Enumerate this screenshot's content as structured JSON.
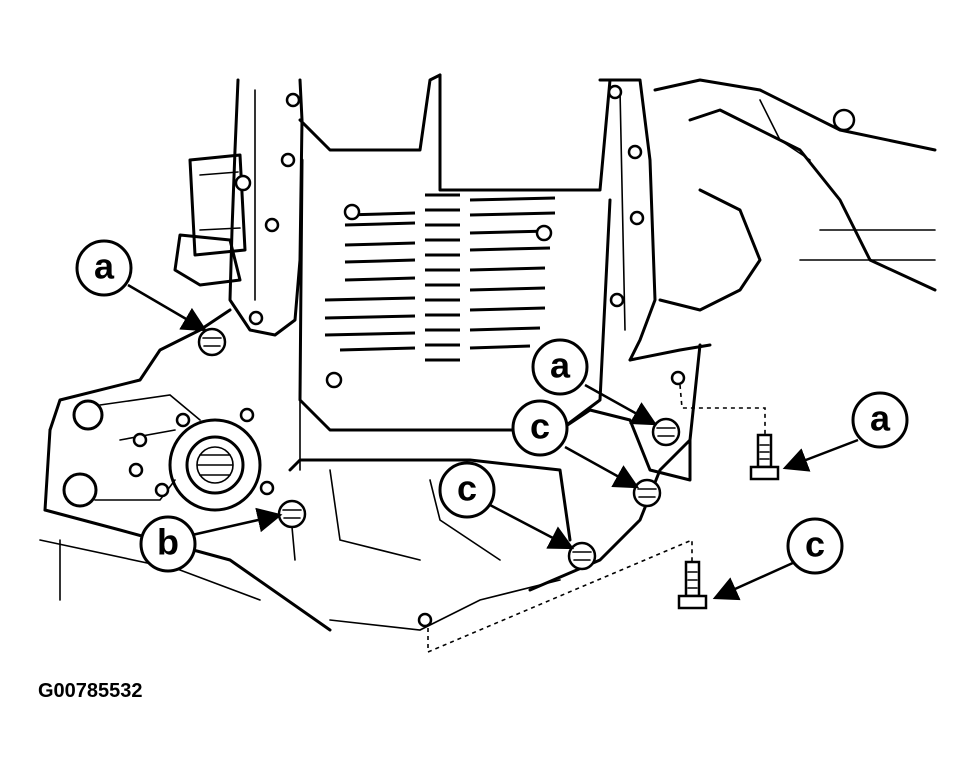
{
  "callouts": {
    "a1": "a",
    "a2": "a",
    "a3": "a",
    "b": "b",
    "c1": "c",
    "c2": "c",
    "c3": "c"
  },
  "reference_code": "G00785532",
  "colors": {
    "ink": "#000000",
    "paper": "#ffffff"
  }
}
